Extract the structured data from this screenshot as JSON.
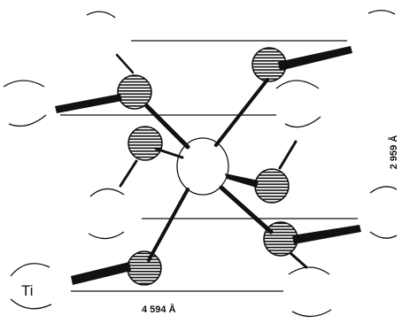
{
  "labels": {
    "atom": "Ti",
    "dimension_a": "4 594 Å",
    "dimension_c": "2 959 Å"
  },
  "atoms": [
    {
      "kind": "titanium",
      "name": "ti-atom-top-left"
    },
    {
      "kind": "titanium",
      "name": "ti-atom-top-right"
    },
    {
      "kind": "titanium",
      "name": "ti-atom-upper-left"
    },
    {
      "kind": "titanium",
      "name": "ti-atom-upper-right"
    },
    {
      "kind": "titanium",
      "name": "ti-atom-center"
    },
    {
      "kind": "titanium",
      "name": "ti-atom-lower-left"
    },
    {
      "kind": "titanium",
      "name": "ti-atom-lower-right"
    },
    {
      "kind": "titanium",
      "name": "ti-atom-bottom-left"
    },
    {
      "kind": "titanium",
      "name": "ti-atom-bottom-right"
    },
    {
      "kind": "oxygen",
      "name": "oxygen-atom-1"
    },
    {
      "kind": "oxygen",
      "name": "oxygen-atom-2"
    },
    {
      "kind": "oxygen",
      "name": "oxygen-atom-3"
    },
    {
      "kind": "oxygen",
      "name": "oxygen-atom-4"
    },
    {
      "kind": "oxygen",
      "name": "oxygen-atom-5"
    },
    {
      "kind": "oxygen",
      "name": "oxygen-atom-6"
    }
  ],
  "colors": {
    "ink": "#111111",
    "background": "#ffffff"
  }
}
